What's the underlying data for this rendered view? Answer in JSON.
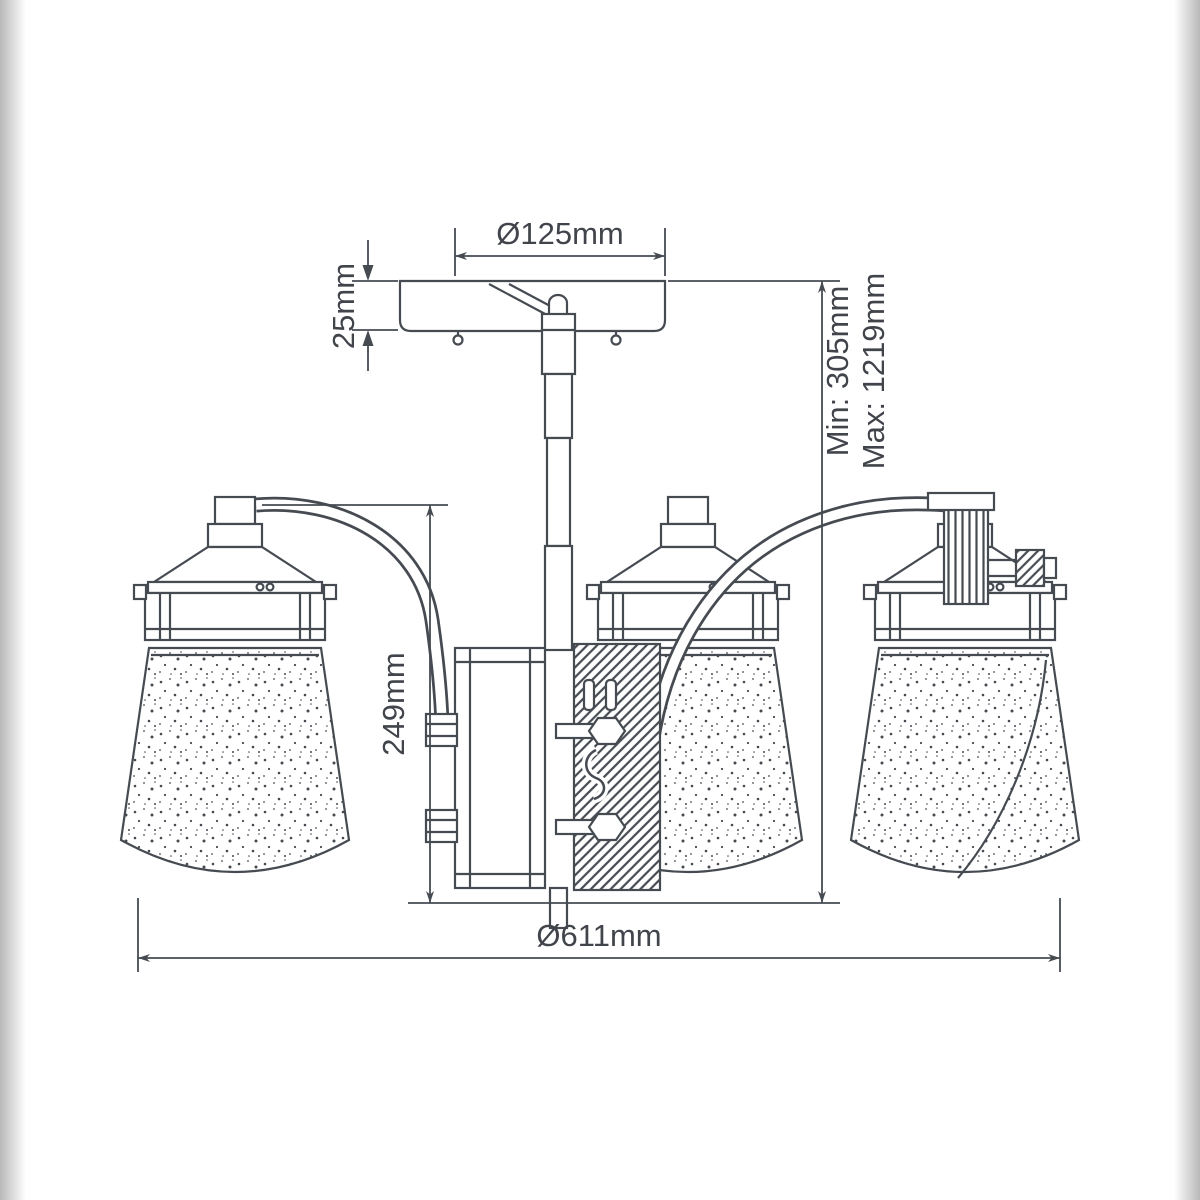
{
  "diagram": {
    "kind": "technical-dimension-drawing",
    "subject": "3-light seeded-glass lantern ceiling fixture",
    "labels": {
      "canopy_diameter": "Ø125mm",
      "canopy_height": "25mm",
      "drop_min": "Min: 305mm",
      "drop_max": "Max: 1219mm",
      "lantern_height": "249mm",
      "overall_diameter": "Ø611mm"
    },
    "values_mm": {
      "canopy_diameter": 125,
      "canopy_height": 25,
      "drop_min": 305,
      "drop_max": 1219,
      "lantern_height": 249,
      "overall_diameter": 611
    },
    "colors": {
      "line": "#464b52",
      "text": "#41454b",
      "background": "#ffffff",
      "edge_band": "#b9b9b9"
    }
  }
}
